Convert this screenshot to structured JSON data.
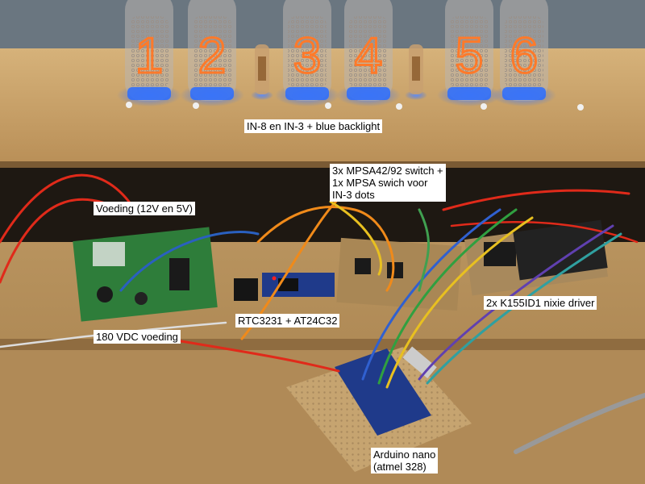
{
  "photo": {
    "nixie_digits": [
      "1",
      "2",
      "3",
      "4",
      "5",
      "6"
    ],
    "colors": {
      "wood": "#c9a46c",
      "wood_dark": "#8a6a40",
      "board_blue": "#1f3a8a",
      "pcb_green": "#2e7d3a",
      "nixie_orange": "#ff7a2a",
      "backlight_blue": "#2a6cff",
      "wire_red": "#e02a1a"
    }
  },
  "labels": {
    "tubes": "IN-8 en IN-3 + blue backlight",
    "switch": [
      "3x MPSA42/92 switch +",
      "1x MPSA swich voor",
      "IN-3 dots"
    ],
    "power": "Voeding (12V en 5V)",
    "hv_supply": "180 VDC voeding",
    "rtc": "RTC3231 + AT24C32",
    "driver": "2x K155ID1 nixie driver",
    "arduino": [
      "Arduino nano",
      "(atmel 328)"
    ]
  }
}
